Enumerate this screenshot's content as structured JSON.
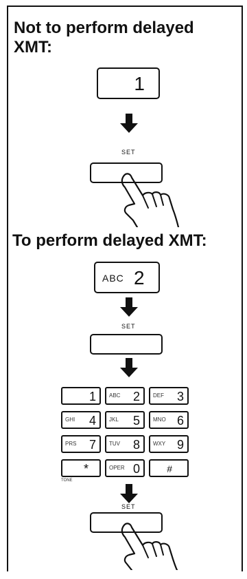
{
  "section1": {
    "title_line1": "Not to perform delayed",
    "title_line2": "XMT:",
    "display_value": "1",
    "set_label": "SET"
  },
  "section2": {
    "title": "To perform delayed XMT:",
    "display_letters": "ABC",
    "display_value": "2",
    "set_label_1": "SET",
    "set_label_2": "SET",
    "keypad": [
      {
        "digit": "1",
        "letters": ""
      },
      {
        "digit": "2",
        "letters": "ABC"
      },
      {
        "digit": "3",
        "letters": "DEF"
      },
      {
        "digit": "4",
        "letters": "GHI"
      },
      {
        "digit": "5",
        "letters": "JKL"
      },
      {
        "digit": "6",
        "letters": "MNO"
      },
      {
        "digit": "7",
        "letters": "PRS"
      },
      {
        "digit": "8",
        "letters": "TUV"
      },
      {
        "digit": "9",
        "letters": "WXY"
      },
      {
        "digit": "*",
        "letters": ""
      },
      {
        "digit": "0",
        "letters": "OPER"
      },
      {
        "digit": "#",
        "letters": ""
      }
    ],
    "star_sub_label": "TONE"
  }
}
